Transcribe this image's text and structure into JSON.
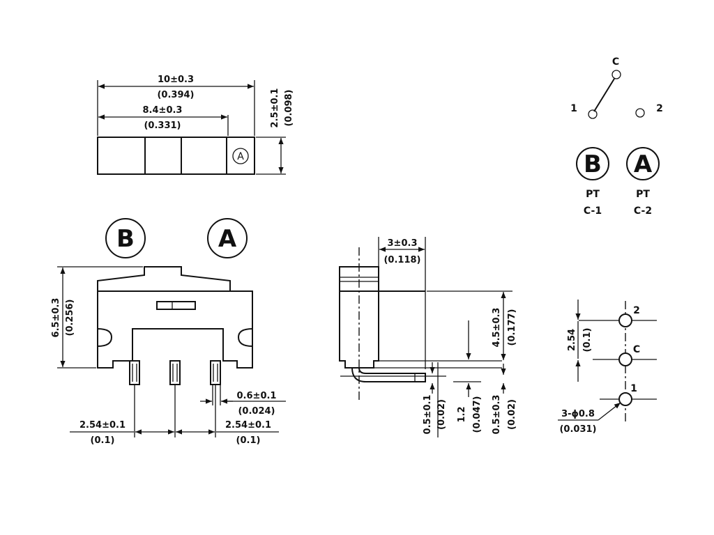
{
  "colors": {
    "ink": "#111111",
    "background": "#ffffff"
  },
  "top_view": {
    "overall_width": "10±0.3",
    "overall_width_in": "(0.394)",
    "inner_width": "8.4±0.3",
    "inner_width_in": "(0.331)",
    "height": "2.5±0.1",
    "height_in": "(0.098)",
    "marker": "A"
  },
  "front_view": {
    "label_b": "B",
    "label_a": "A",
    "height": "6.5±0.3",
    "height_in": "(0.256)",
    "pin_width": "0.6±0.1",
    "pin_width_in": "(0.024)",
    "pitch_left": "2.54±0.1",
    "pitch_left_in": "(0.1)",
    "pitch_right": "2.54±0.1",
    "pitch_right_in": "(0.1)"
  },
  "side_view": {
    "width": "3±0.3",
    "width_in": "(0.118)",
    "height": "4.5±0.3",
    "height_in": "(0.177)",
    "dim_a": "0.5±0.1",
    "dim_a_in": "(0.02)",
    "dim_b": "1.2",
    "dim_b_in": "(0.047)",
    "dim_c": "0.5±0.3",
    "dim_c_in": "(0.02)"
  },
  "schematic": {
    "pin_c": "C",
    "pin_1": "1",
    "pin_2": "2",
    "label_b": "B",
    "label_a": "A",
    "b_line1": "PT",
    "b_line2": "C-1",
    "a_line1": "PT",
    "a_line2": "C-2"
  },
  "footprint": {
    "pin_2": "2",
    "pin_c": "C",
    "pin_1": "1",
    "pitch": "2.54",
    "pitch_in": "(0.1)",
    "hole": "3-ϕ0.8",
    "hole_in": "(0.031)"
  }
}
